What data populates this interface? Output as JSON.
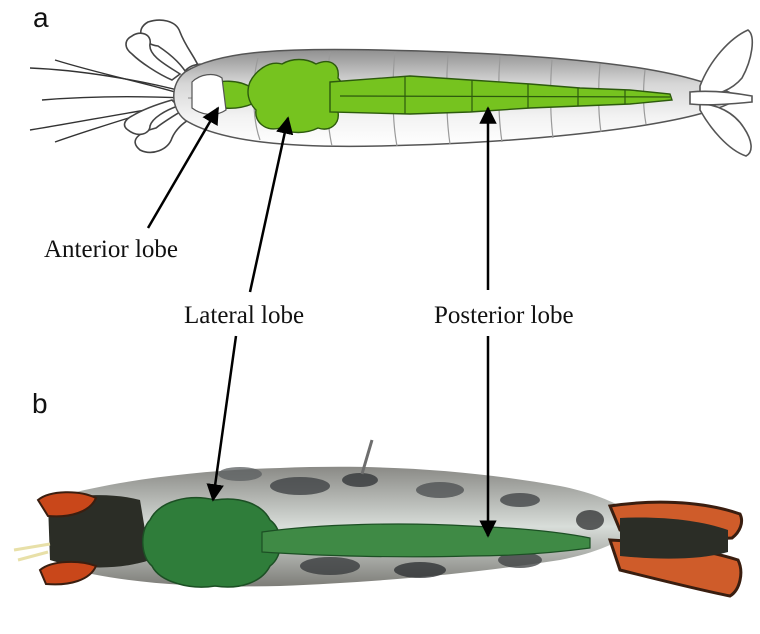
{
  "panels": {
    "a": {
      "letter": "a"
    },
    "b": {
      "letter": "b"
    }
  },
  "labels": {
    "anterior": "Anterior lobe",
    "lateral": "Lateral lobe",
    "posterior": "Posterior lobe"
  },
  "colors": {
    "gland_diagram": "#76c31f",
    "gland_photo": "#2f7d3a",
    "body_grey": "#b5b5b5",
    "tail_orange": "#d4521e",
    "arrow": "#000000"
  }
}
